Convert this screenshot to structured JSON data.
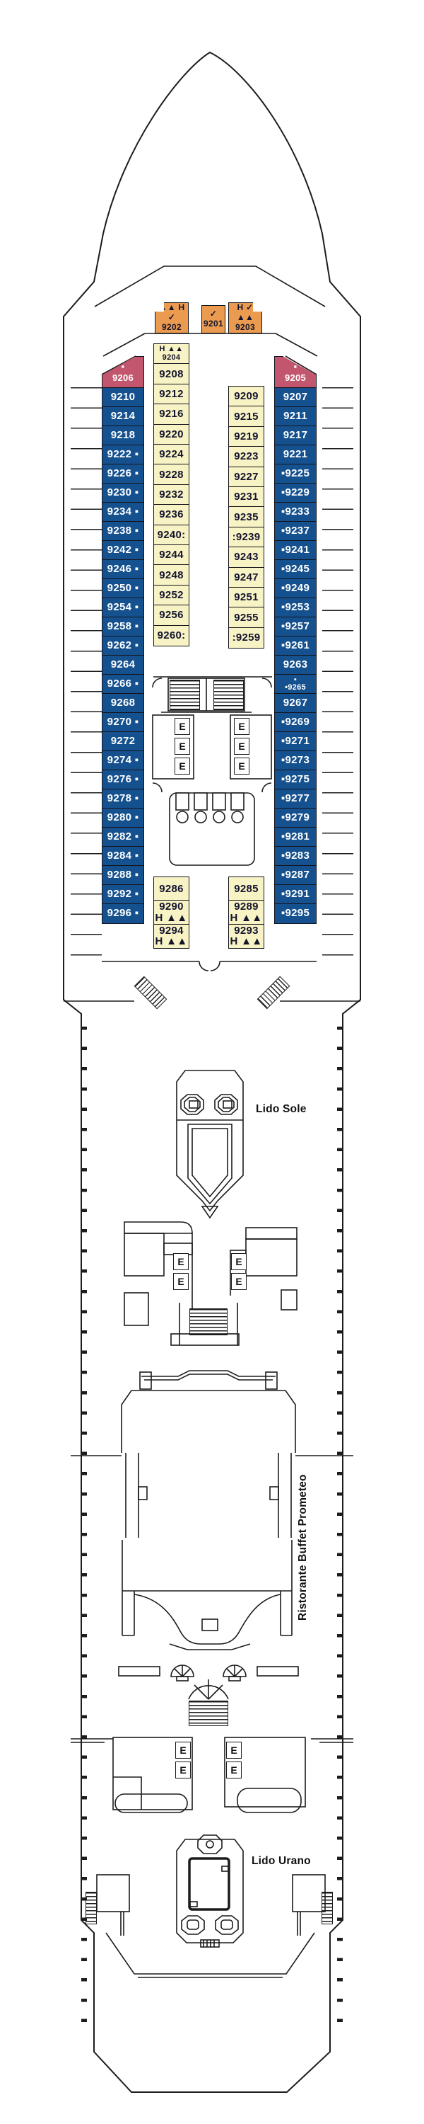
{
  "labels": {
    "elevator": "E",
    "lido_sole": "Lido Sole",
    "buffet": "Ristorante Buffet Prometeo",
    "lido_urano": "Lido Urano"
  },
  "colors": {
    "cabin_blue": "#15518F",
    "cabin_tan": "#F8F3C5",
    "cabin_red": "#C2566E",
    "cabin_orange": "#EA9B50",
    "line": "#1c1c1c"
  },
  "cabins": {
    "orange": [
      "▲▲ H ✓\n9202",
      "✓\n9201",
      "H ✓ ▲▲\n9203"
    ],
    "red_left": "▪\n9206",
    "red_right": "▪\n9205",
    "fwd_left_blue": [
      "9210",
      "9214",
      "9218",
      "9222 ▪",
      "9226 ▪",
      "9230 ▪",
      "9234 ▪",
      "9238 ▪",
      "9242 ▪",
      "9246 ▪",
      "9250 ▪",
      "9254 ▪",
      "9258 ▪",
      "9262 ▪",
      "9264",
      "9266 ▪",
      "9268",
      "9270 ▪",
      "9272",
      "9274 ▪",
      "9276 ▪",
      "9278 ▪",
      "9280 ▪",
      "9282 ▪",
      "9284 ▪",
      "9288 ▪",
      "9292 ▪",
      "9296 ▪"
    ],
    "fwd_left_tan": [
      "H ▲▲\n9204",
      "9208",
      "9212",
      "9216",
      "9220",
      "9224",
      "9228",
      "9232",
      "9236",
      "9240:",
      "9244",
      "9248",
      "9252",
      "9256",
      "9260:"
    ],
    "fwd_right_tan": [
      "9209",
      "9215",
      "9219",
      "9223",
      "9227",
      "9231",
      "9235",
      ":9239",
      "9243",
      "9247",
      "9251",
      "9255",
      ":9259"
    ],
    "fwd_right_blue": [
      "9207",
      "9211",
      "9217",
      "9221",
      "▪9225",
      "▪9229",
      "▪9233",
      "▪9237",
      "▪9241",
      "▪9245",
      "▪9249",
      "▪9253",
      "▪9257",
      "▪9261",
      "9263",
      "▪\n•9265",
      "9267",
      "▪9269",
      "▪9271",
      "▪9273",
      "▪9275",
      "▪9277",
      "▪9279",
      "▪9281",
      "▪9283",
      "▪9287",
      "▪9291",
      "▪9295"
    ],
    "aft_left_tan": [
      "9286",
      "9290\nH ▲▲",
      "9294\nH ▲▲"
    ],
    "aft_right_tan": [
      "9285",
      "9289\nH ▲▲",
      "9293\nH ▲▲"
    ]
  }
}
